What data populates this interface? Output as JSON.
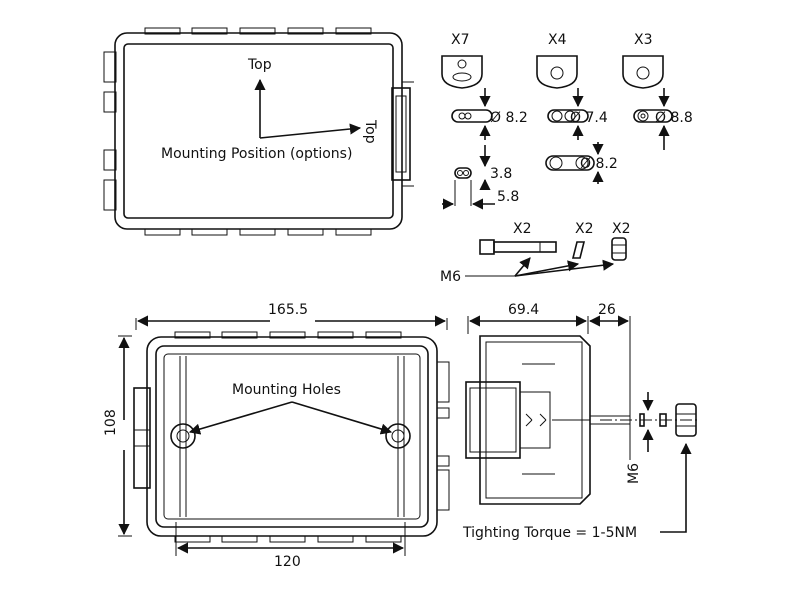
{
  "top_view": {
    "label_top_vertical": "Top",
    "label_top_rotated": "Top",
    "mounting_position": "Mounting Position (options)"
  },
  "glands": {
    "x7": {
      "qty": "X7",
      "dia_1": "Ø 8.2",
      "dim_a": "3.8",
      "dim_b": "5.8"
    },
    "x4": {
      "qty": "X4",
      "dia_1": "Ø 7.4",
      "dia_2": "Ø 8.2"
    },
    "x3": {
      "qty": "X3",
      "dia_1": "Ø 8.8"
    }
  },
  "hardware": {
    "bolt_qty": "X2",
    "pin_qty": "X2",
    "nut_qty": "X2",
    "thread": "M6"
  },
  "front_view": {
    "width": "165.5",
    "height": "108",
    "hole_spacing": "120",
    "mounting_holes": "Mounting Holes"
  },
  "side_view": {
    "depth": "69.4",
    "bolt_length": "26",
    "thread": "M6",
    "torque": "Tighting Torque = 1-5NM"
  }
}
